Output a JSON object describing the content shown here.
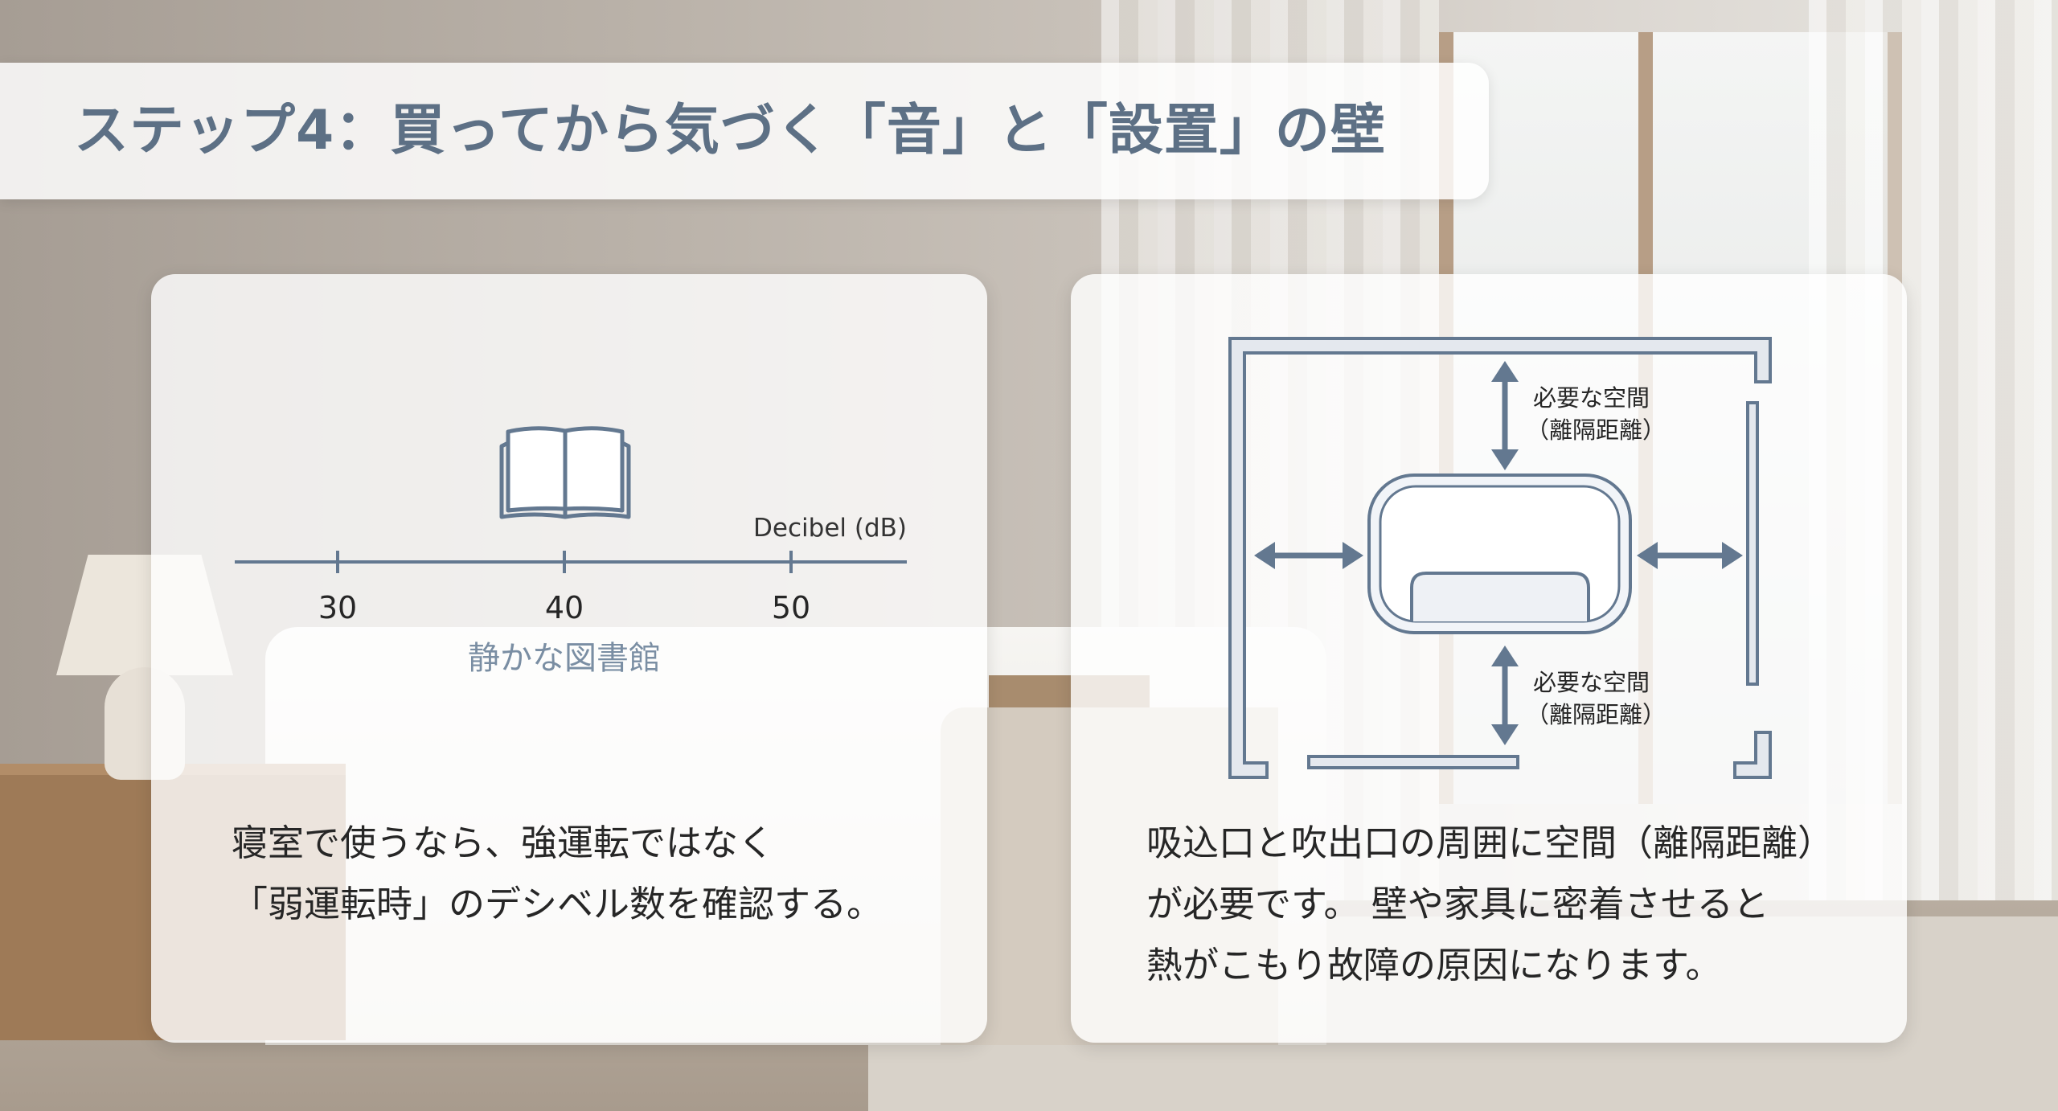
{
  "title": "ステップ4：買ってから気づく「音」と「設置」の壁",
  "noise_card": {
    "book_icon": "open-book-icon",
    "scale_unit_label": "Decibel (dB)",
    "ticks": [
      "30",
      "40",
      "50"
    ],
    "marker_label": "静かな図書館",
    "description_lines": [
      "寝室で使うなら、強運転ではなく",
      "「弱運転時」のデシベル数を確認する。"
    ]
  },
  "clearance_card": {
    "label_top": [
      "必要な空間",
      "（離隔距離）"
    ],
    "label_bottom": [
      "必要な空間",
      "（離隔距離）"
    ],
    "description_lines": [
      "吸込口と吹出口の周囲に空間（離隔距離）",
      "が必要です。 壁や家具に密着させると",
      "熱がこもり故障の原因になります。"
    ]
  },
  "colors": {
    "title_text": "#5d7085",
    "diagram_stroke": "#637890",
    "body_text": "#262626"
  }
}
